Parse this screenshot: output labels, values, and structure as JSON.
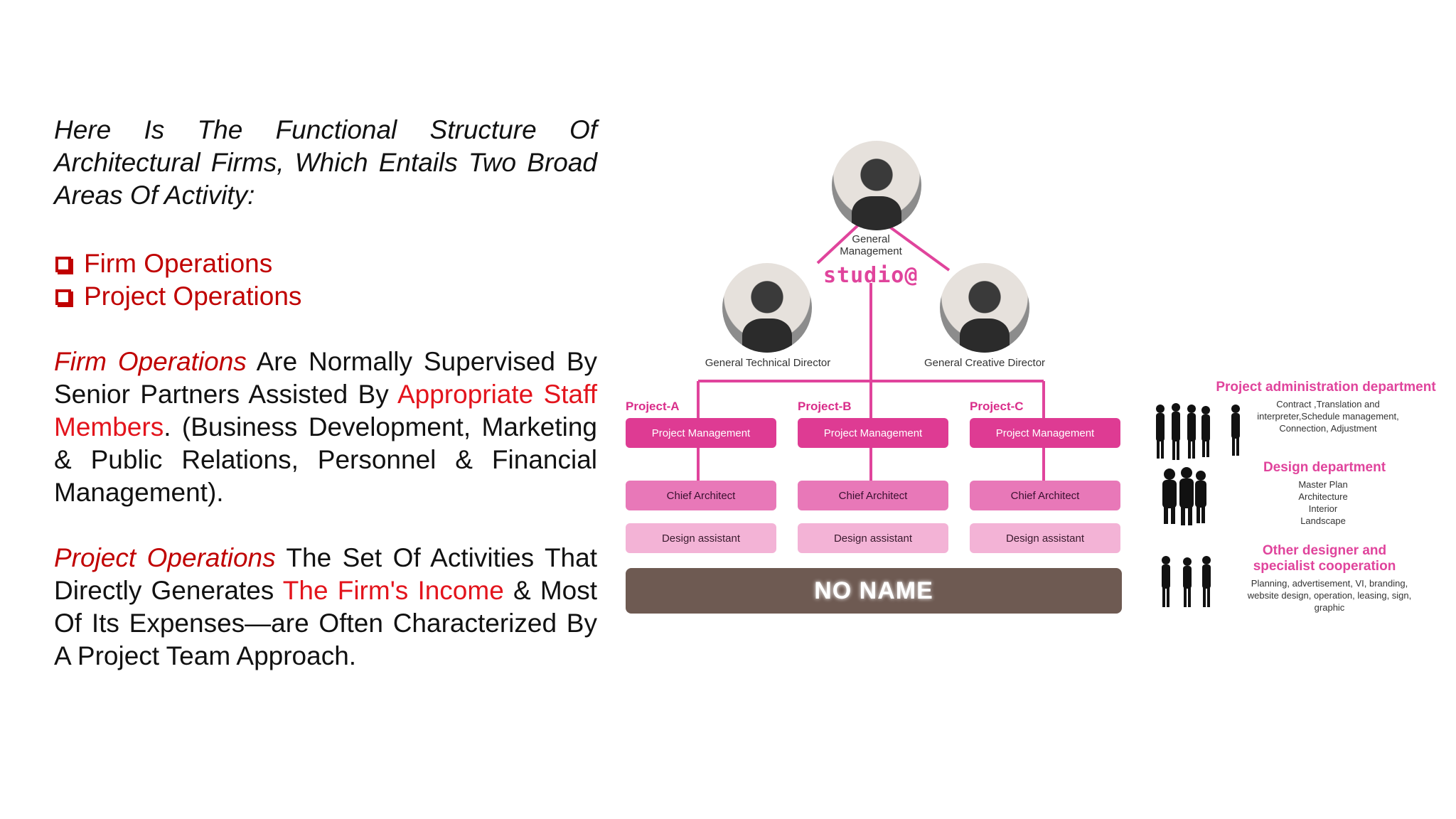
{
  "intro": "Here Is The Functional Structure Of Architectural Firms, Which Entails Two Broad Areas Of Activity:",
  "bullets": [
    "Firm Operations",
    "Project Operations"
  ],
  "para1": {
    "lead": "Firm Operations",
    "text_a": " Are Normally Supervised By Senior Partners Assisted By ",
    "highlight": "Appropriate Staff Members",
    "text_b": ". (Business Development, Marketing & Public Relations, Personnel & Financial Management)."
  },
  "para2": {
    "lead": "Project Operations",
    "text_a": " The Set Of Activities That Directly Generates ",
    "highlight": "The Firm's Income",
    "text_b": " & Most Of Its Expenses—are Often Characterized By A Project Team Approach."
  },
  "diagram": {
    "general_management": "General Management",
    "brand": "studio@",
    "technical_director": "General Technical  Director",
    "creative_director": "General Creative  Director",
    "projects": [
      {
        "name": "Project-A",
        "roles": [
          "Project Management",
          "Chief Architect",
          "Design assistant"
        ]
      },
      {
        "name": "Project-B",
        "roles": [
          "Project Management",
          "Chief Architect",
          "Design assistant"
        ]
      },
      {
        "name": "Project-C",
        "roles": [
          "Project Management",
          "Chief Architect",
          "Design assistant"
        ]
      }
    ],
    "footer": "NO NAME",
    "departments": [
      {
        "title": "Project administration department",
        "desc": "Contract ,Translation and interpreter,Schedule management, Connection, Adjustment"
      },
      {
        "title": "Design department",
        "desc": "Master Plan Architecture Interior Landscape"
      },
      {
        "title": "Other designer and specialist cooperation",
        "desc": "Planning, advertisement, VI, branding, website design, operation, leasing, sign, graphic"
      }
    ]
  }
}
